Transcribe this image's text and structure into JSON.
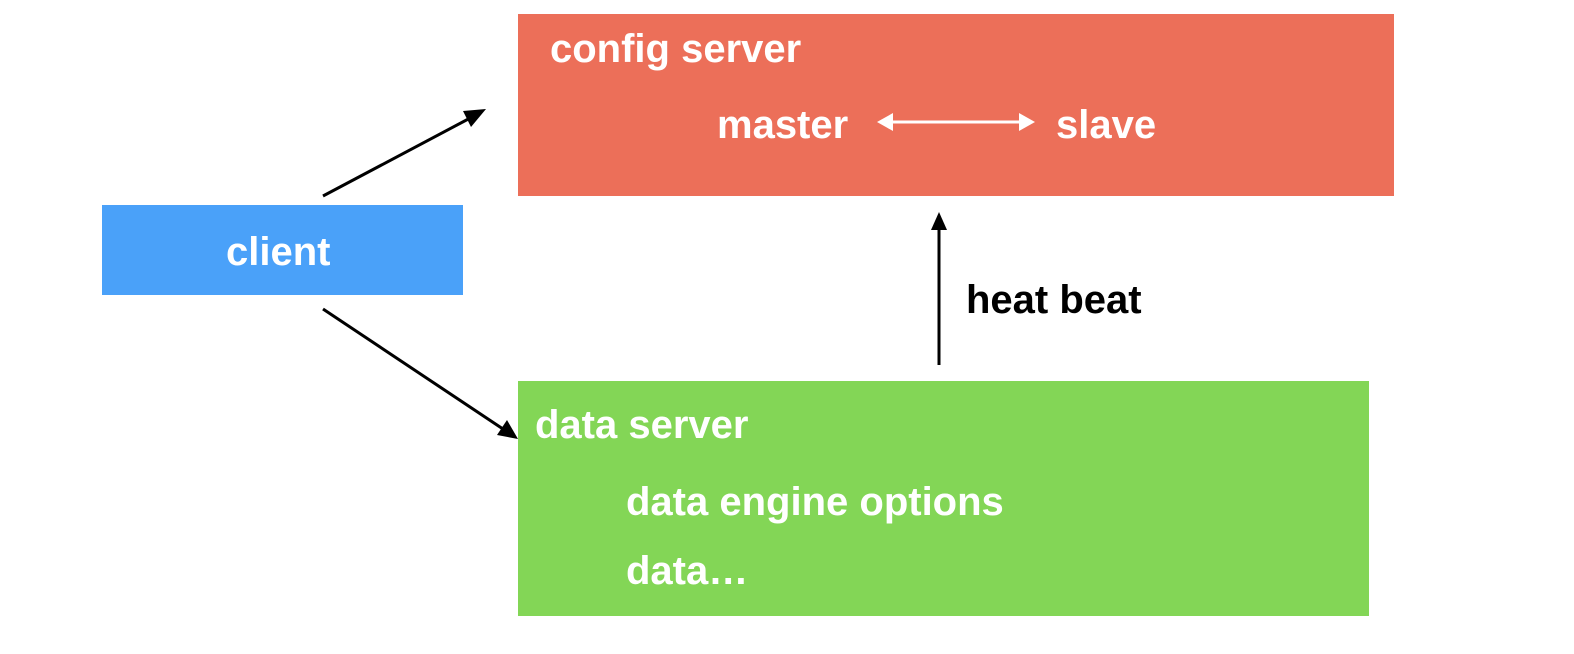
{
  "config_server": {
    "title": "config server",
    "master": "master",
    "slave": "slave",
    "color": "#ec6f59"
  },
  "client": {
    "label": "client",
    "color": "#4aa1f9"
  },
  "heartbeat": {
    "label": "heat beat"
  },
  "data_server": {
    "title": "data server",
    "line1": "data engine options",
    "line2": "data…",
    "color": "#83d656"
  }
}
